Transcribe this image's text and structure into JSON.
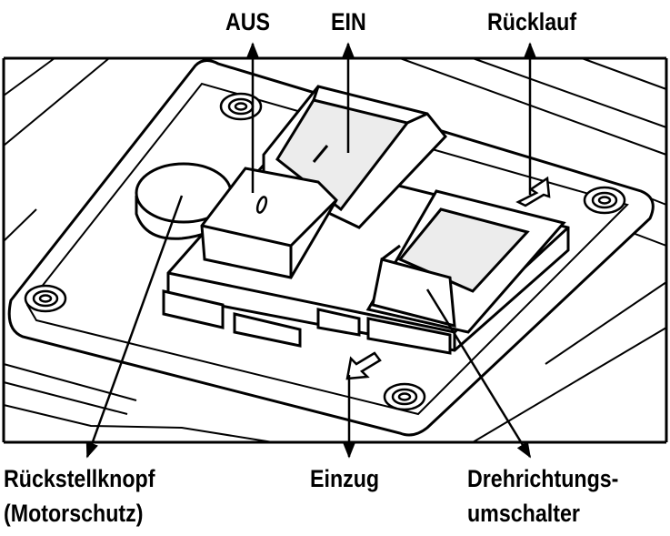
{
  "labels": {
    "aus": "AUS",
    "ein": "EIN",
    "ruecklauf": "Rücklauf",
    "rueckstellknopf_line1": "Rückstellknopf",
    "rueckstellknopf_line2": "(Motorschutz)",
    "einzug": "Einzug",
    "drehrichtung_line1": "Drehrichtungs-",
    "drehrichtung_line2": "umschalter"
  },
  "switch_marks": {
    "off_symbol": "0",
    "on_symbol": "I"
  },
  "colors": {
    "line": "#000000",
    "background": "#ffffff",
    "shade": "#dcdcdc"
  }
}
